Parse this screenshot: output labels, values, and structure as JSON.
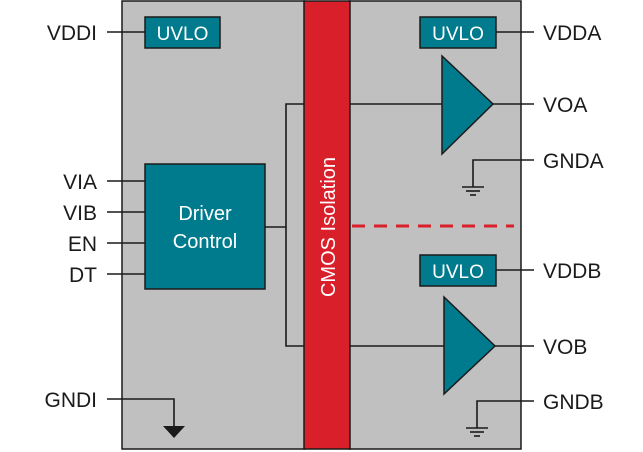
{
  "colors": {
    "body": "#c0c0c0",
    "border": "#1a1a1a",
    "block": "#007b8d",
    "isolation": "#d91f2a",
    "wire": "#1a1a1a"
  },
  "isolation": {
    "label": "CMOS Isolation"
  },
  "uvlo": {
    "label": "UVLO"
  },
  "driver": {
    "line1": "Driver",
    "line2": "Control"
  },
  "pins": {
    "vddi": "VDDI",
    "via": "VIA",
    "vib": "VIB",
    "en": "EN",
    "dt": "DT",
    "gndi": "GNDI",
    "vdda": "VDDA",
    "voa": "VOA",
    "gnda": "GNDA",
    "vddb": "VDDB",
    "vob": "VOB",
    "gndb": "GNDB"
  },
  "icons": [
    "ground-icon",
    "arrow-ground-icon",
    "amplifier-triangle-icon"
  ]
}
